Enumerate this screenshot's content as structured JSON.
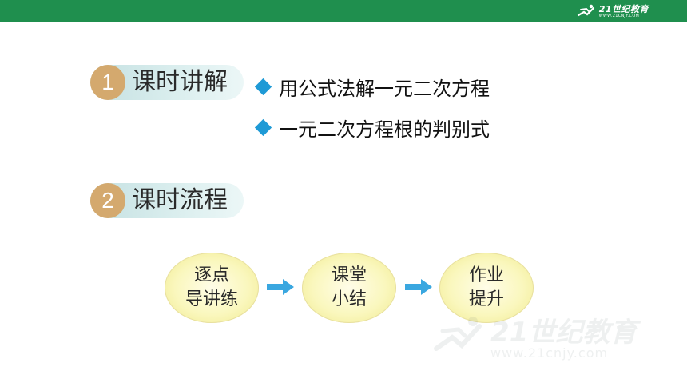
{
  "header": {
    "logo_text": "21世纪教育",
    "logo_subtext": "WWW.21CNJY.COM"
  },
  "sections": [
    {
      "number": "1",
      "title": "课时讲解"
    },
    {
      "number": "2",
      "title": "课时流程"
    }
  ],
  "bullets": [
    "用公式法解一元二次方程",
    "一元二次方程根的判别式"
  ],
  "flow": [
    {
      "line1": "逐点",
      "line2": "导讲练"
    },
    {
      "line1": "课堂",
      "line2": "小结"
    },
    {
      "line1": "作业",
      "line2": "提升"
    }
  ],
  "watermark": {
    "main": "21世纪教育",
    "sub": "www.21cnjy.com"
  },
  "colors": {
    "header_bar": "#1f8f4e",
    "number_circle": "#d4a96e",
    "pill_background": "#cfe7e8",
    "bullet_diamond": "#1e9ad6",
    "flow_arrow": "#3aa7e0",
    "flow_node": "#faf7bd"
  }
}
